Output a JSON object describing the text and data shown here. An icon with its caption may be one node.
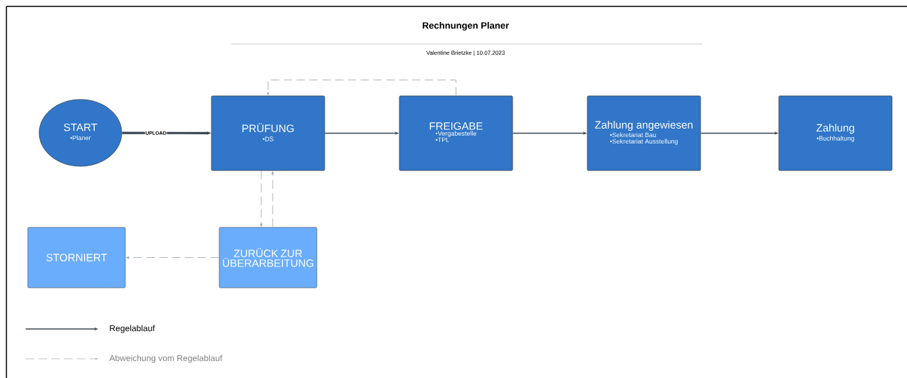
{
  "diagram": {
    "title": "Rechnungen Planer",
    "nodes": [
      {
        "text": [
          "START",
          "•Planer"
        ]
      },
      {
        "text": [
          "PRÜFUNG",
          "•DS"
        ]
      },
      {
        "text": [
          "FREIGABE",
          "•Vergabestelle",
          "•TPL"
        ]
      },
      {
        "text": [
          "Zahlung angewiesen",
          "•Sekretariat Bau",
          "•Sekretariat Ausstellung"
        ]
      },
      {
        "text": [
          "Zahlung",
          "•Buchhaltung"
        ]
      },
      {
        "text": [
          "STORNIERT"
        ]
      },
      {
        "text": [
          "ZURÜCK ZUR ÜBERARBEITUNG"
        ]
      }
    ],
    "edges": [
      {
        "from": 0,
        "to": 1,
        "arrow": "to",
        "label": "UPLOAD",
        "style": "thick"
      },
      {
        "from": 1,
        "to": 2,
        "arrow": "to"
      },
      {
        "from": 2,
        "to": 3,
        "arrow": "to"
      },
      {
        "from": 3,
        "to": 4,
        "arrow": "to"
      },
      {
        "from": 2,
        "to": 1,
        "arrow": "to",
        "style": "dashed",
        "color": "#9aa2ab"
      },
      {
        "from": 1,
        "to": 6,
        "arrow": "to",
        "style": "dashed",
        "color": "#9aa2ab"
      },
      {
        "from": 6,
        "to": 1,
        "arrow": "to",
        "style": "dashed",
        "color": "#9aa2ab"
      },
      {
        "from": 6,
        "to": 5,
        "arrow": "to",
        "style": "dashed",
        "color": "#9aa2ab"
      }
    ],
    "labels": [
      "Valentine Brietzke  |  10.07.2023"
    ],
    "legend": [
      {
        "text": "Regelablauf"
      },
      {
        "text": "Abweichung vom Regelablauf"
      }
    ]
  }
}
